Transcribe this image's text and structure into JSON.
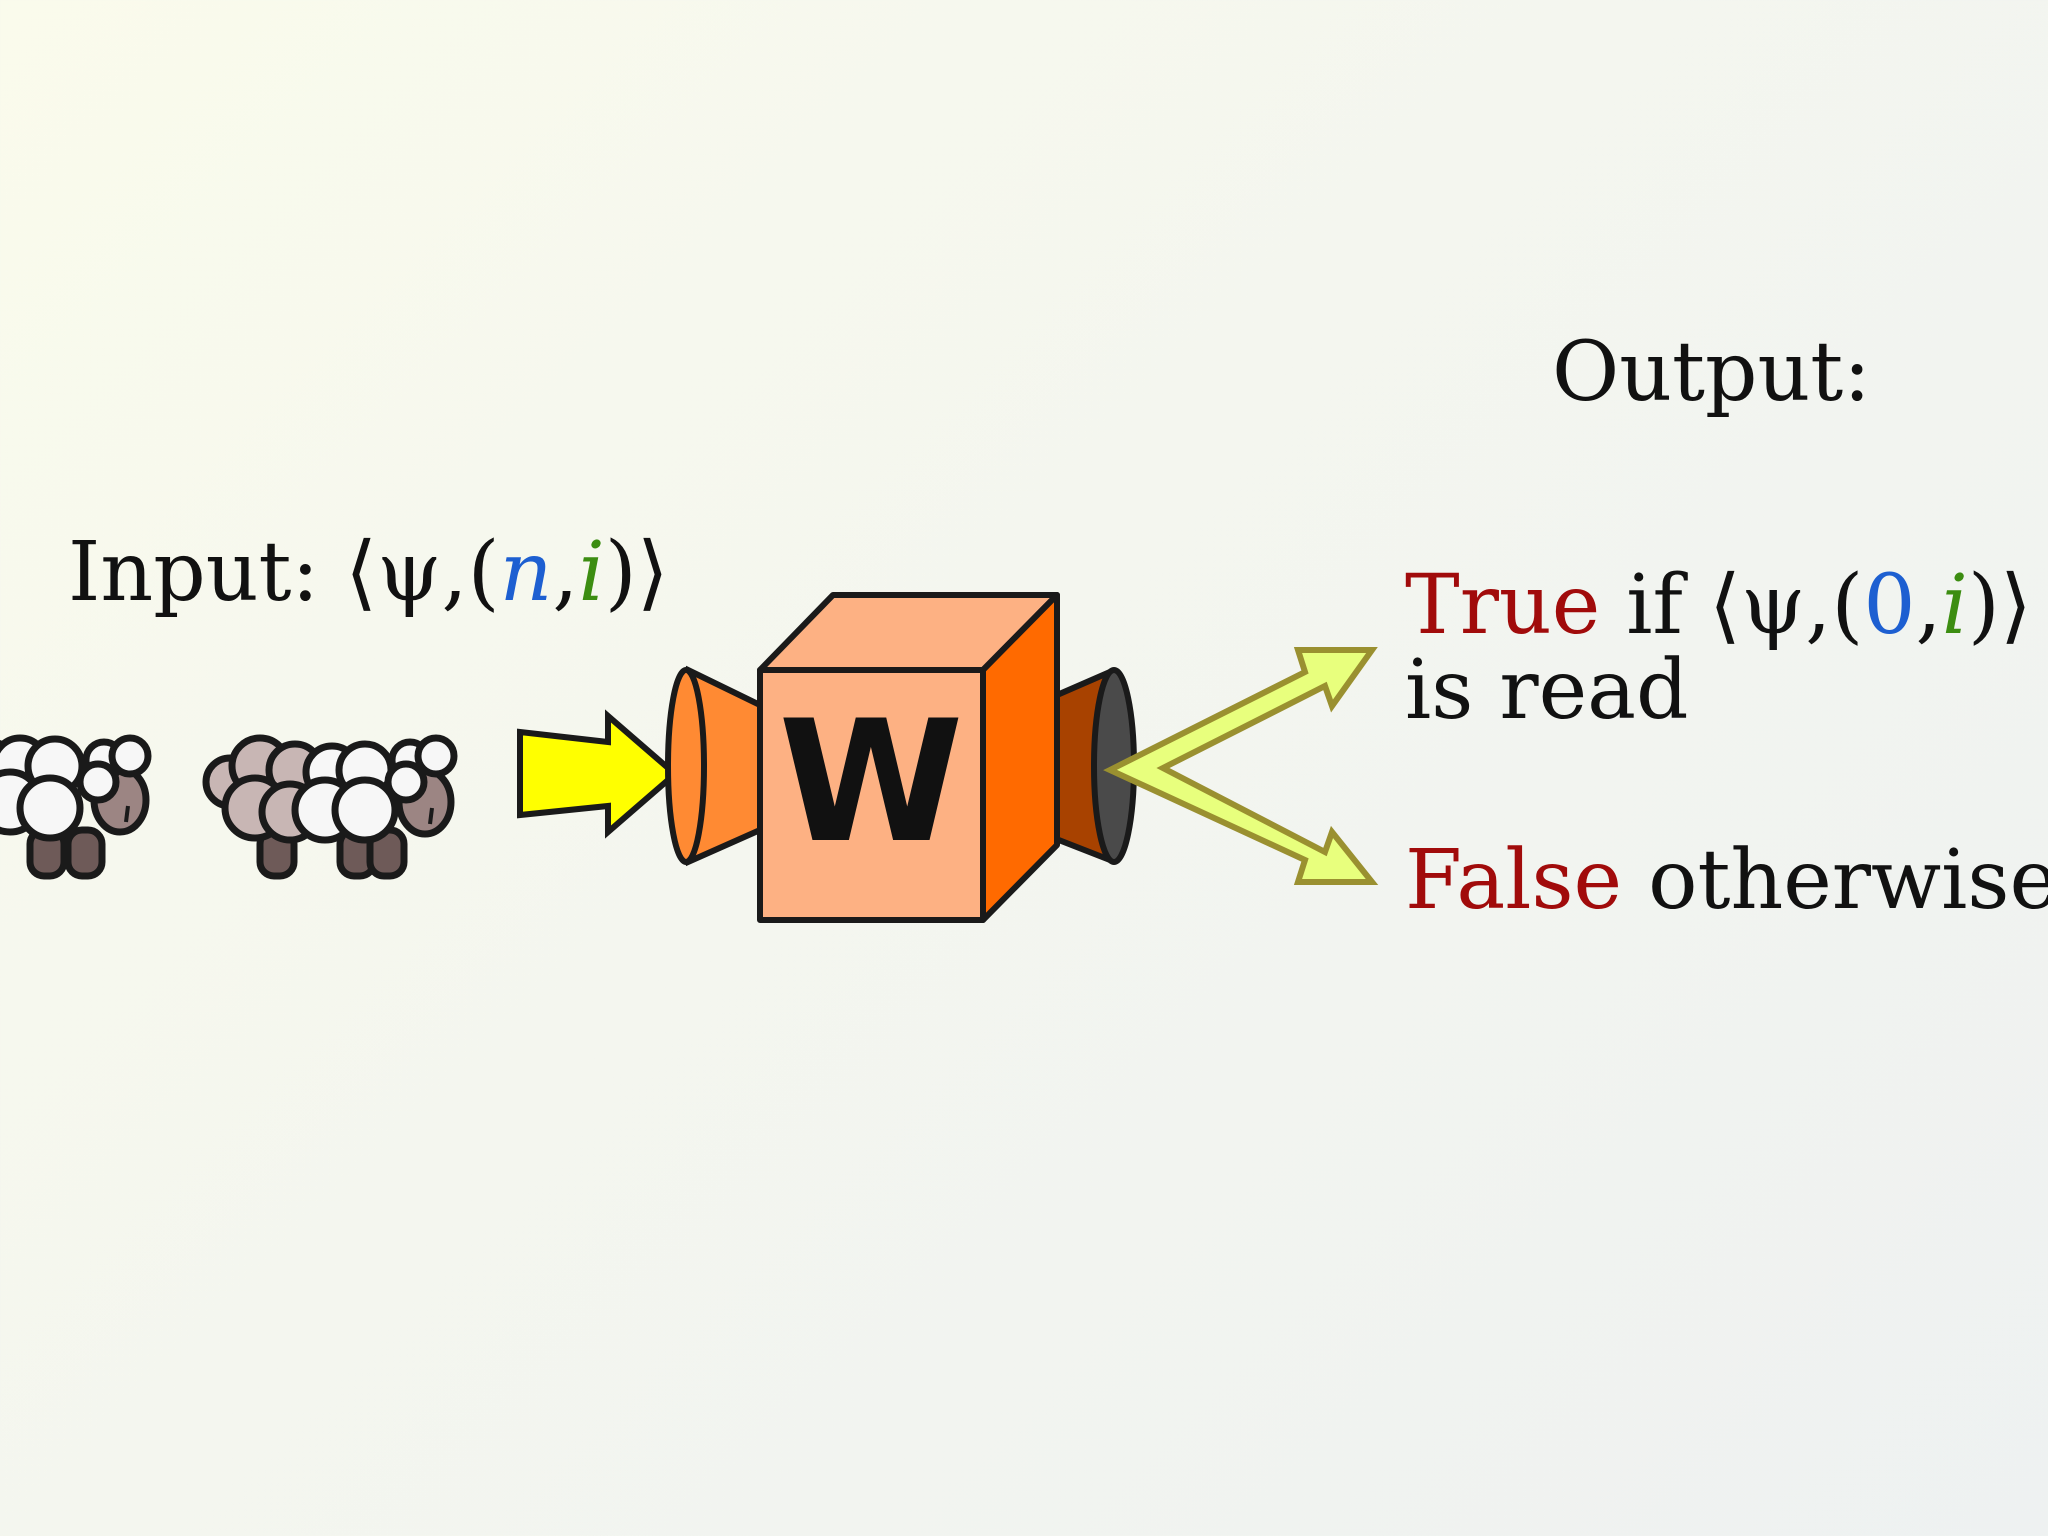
{
  "input": {
    "label": "Input:",
    "open": "⟨",
    "psi": "ψ",
    "comma1": ",",
    "paren_open": "(",
    "n": "n",
    "comma2": ",",
    "i": "i",
    "paren_close": ")",
    "close": "⟩"
  },
  "output": {
    "title": "Output:",
    "true_word": "True",
    "if_word": " if ",
    "open": "⟨",
    "psi": "ψ",
    "comma1": ",",
    "paren_open": "(",
    "zero": "0",
    "comma2": ",",
    "i": "i",
    "paren_close": ")",
    "close": "⟩",
    "read_line": "is read",
    "false_word": "False",
    "otherwise": " otherwise"
  },
  "machine": {
    "label": "W",
    "cube_front_color": "#fdb183",
    "cube_top_color": "#fdb183",
    "cube_side_color": "#ff6a00",
    "input_funnel_color": "#ff8a33",
    "output_funnel_color": "#a84200",
    "input_arrow_color": "#ffff00",
    "output_arrow_color": "#e8ff7d"
  },
  "icons": [
    "sheep-icon",
    "sheep-icon"
  ]
}
